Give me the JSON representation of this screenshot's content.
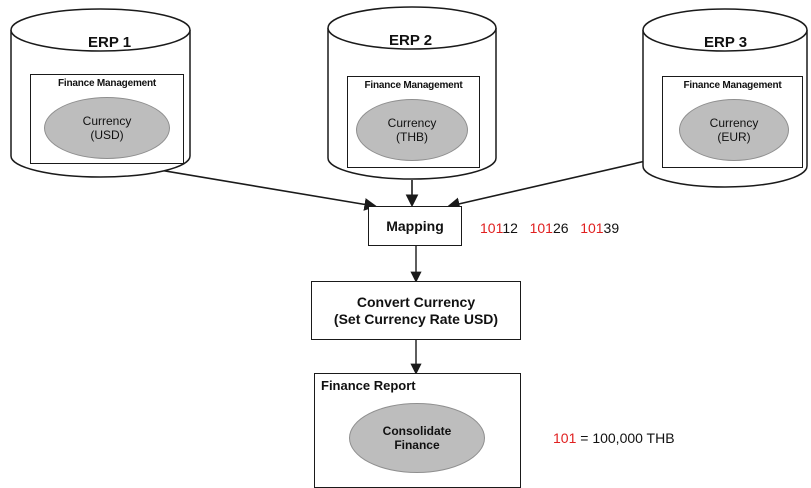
{
  "erps": [
    {
      "title": "ERP 1",
      "module": "Finance Management",
      "currency_line1": "Currency",
      "currency_line2": "(USD)"
    },
    {
      "title": "ERP 2",
      "module": "Finance Management",
      "currency_line1": "Currency",
      "currency_line2": "(THB)"
    },
    {
      "title": "ERP 3",
      "module": "Finance Management",
      "currency_line1": "Currency",
      "currency_line2": "(EUR)"
    }
  ],
  "mapping": {
    "label": "Mapping",
    "codes": [
      {
        "prefix": "101",
        "suffix": "12"
      },
      {
        "prefix": "101",
        "suffix": "26"
      },
      {
        "prefix": "101",
        "suffix": "39"
      }
    ]
  },
  "convert": {
    "line1": "Convert Currency",
    "line2": "(Set Currency Rate USD)"
  },
  "report": {
    "title": "Finance Report",
    "ellipse_line1": "Consolidate",
    "ellipse_line2": "Finance"
  },
  "legend": {
    "code": "101",
    "text": " = 100,000 THB"
  },
  "colors": {
    "code_prefix": "#e02020",
    "ellipse_fill": "#bdbdbd",
    "stroke": "#1a1a1a"
  }
}
